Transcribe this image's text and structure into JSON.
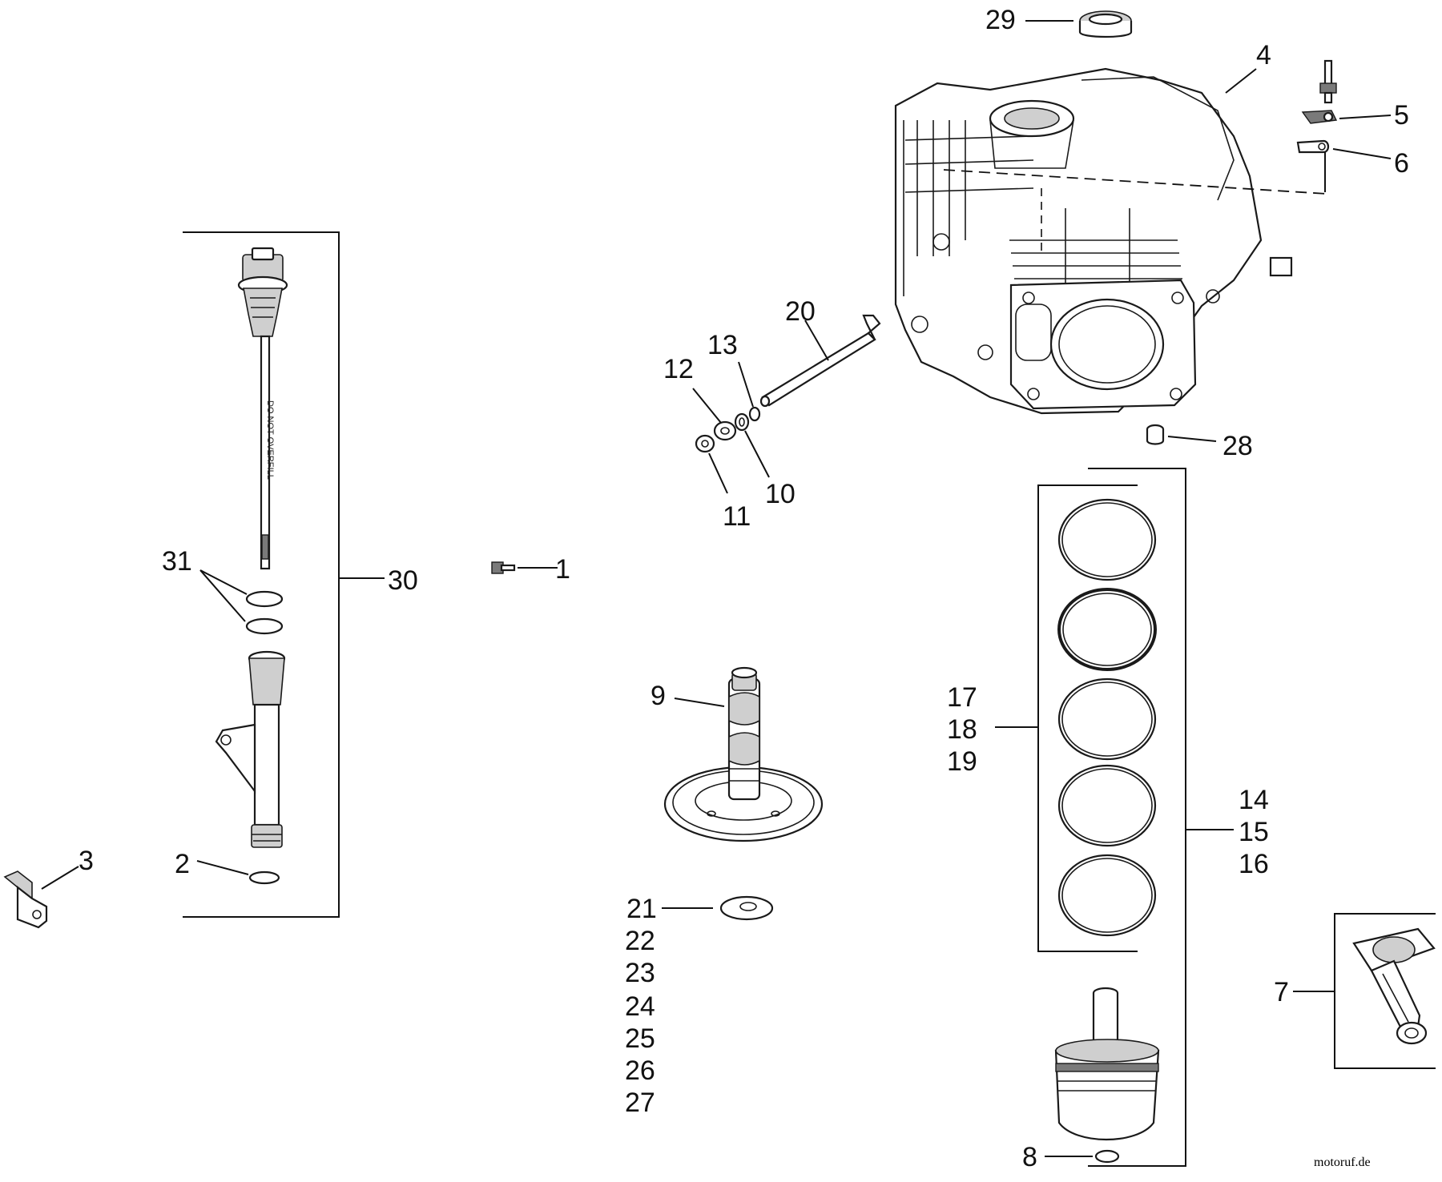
{
  "callouts": {
    "c1": "1",
    "c2": "2",
    "c3": "3",
    "c4": "4",
    "c5": "5",
    "c6": "6",
    "c7": "7",
    "c8": "8",
    "c9": "9",
    "c10": "10",
    "c11": "11",
    "c12": "12",
    "c13": "13",
    "c14": "14",
    "c15": "15",
    "c16": "16",
    "c17": "17",
    "c18": "18",
    "c19": "19",
    "c20": "20",
    "c21": "21",
    "c22": "22",
    "c23": "23",
    "c24": "24",
    "c25": "25",
    "c26": "26",
    "c27": "27",
    "c28": "28",
    "c29": "29",
    "c30": "30",
    "c31": "31"
  },
  "dipstick_text": "DO NOT OVERFILL",
  "watermark": {
    "part_a": "moto",
    "part_b": "ruf",
    "suffix": ".de"
  },
  "colors": {
    "line": "#111111",
    "watermark_blue": "#2d5ea8",
    "watermark_red": "#d4352a"
  }
}
